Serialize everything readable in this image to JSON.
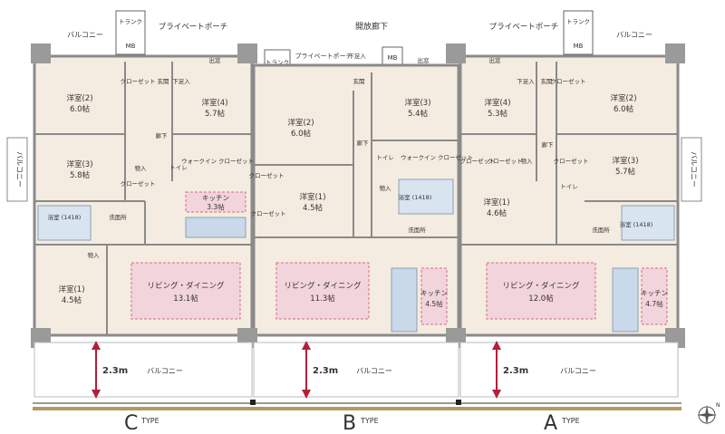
{
  "corridor": "開放廊下",
  "private_porch_c": "プライベートポーチ",
  "private_porch_b": "プライベートポーチ",
  "private_porch_a": "プライベートポーチ",
  "balcony": "バルコニー",
  "side_balcony": "バルコニー",
  "trunk": "トランク",
  "mb": "MB",
  "entrance": "玄関",
  "shoe_box": "下足入",
  "hallway": "廊下",
  "storage": "物入",
  "closet": "クローゼット",
  "wic": "ウォークイン\nクローゼット",
  "toilet": "トイレ",
  "washroom": "洗面所",
  "bath": "浴室\n(1418)",
  "ceiling_height": "2.3m",
  "out_frame": "出窓",
  "type_suffix": "TYPE",
  "compass": "N",
  "units": {
    "C": {
      "letter": "C",
      "rooms": [
        {
          "name": "洋室(2)",
          "size": "6.0帖"
        },
        {
          "name": "洋室(4)",
          "size": "5.7帖"
        },
        {
          "name": "洋室(3)",
          "size": "5.8帖"
        },
        {
          "name": "キッチン",
          "size": "3.3帖"
        },
        {
          "name": "洋室(1)",
          "size": "4.5帖"
        },
        {
          "name": "リビング・ダイニング",
          "size": "13.1帖"
        }
      ]
    },
    "B": {
      "letter": "B",
      "rooms": [
        {
          "name": "洋室(2)",
          "size": "6.0帖"
        },
        {
          "name": "洋室(3)",
          "size": "5.4帖"
        },
        {
          "name": "洋室(1)",
          "size": "4.5帖"
        },
        {
          "name": "リビング・ダイニング",
          "size": "11.3帖"
        },
        {
          "name": "キッチン",
          "size": "4.5帖"
        }
      ]
    },
    "A": {
      "letter": "A",
      "rooms": [
        {
          "name": "洋室(4)",
          "size": "5.3帖"
        },
        {
          "name": "洋室(2)",
          "size": "6.0帖"
        },
        {
          "name": "洋室(1)",
          "size": "4.6帖"
        },
        {
          "name": "洋室(3)",
          "size": "5.7帖"
        },
        {
          "name": "リビング・ダイニング",
          "size": "12.0帖"
        },
        {
          "name": "キッチン",
          "size": "4.7帖"
        }
      ]
    }
  },
  "colors": {
    "floor": "#f4ece0",
    "wall": "#8a8a8a",
    "ld_fill": "#f2d4dc",
    "ld_border": "#d86a88",
    "arrow": "#b41e3a",
    "blue_fixture": "#c9d9ea",
    "band": "#b49a5e",
    "bath": "#d8e4f0"
  }
}
